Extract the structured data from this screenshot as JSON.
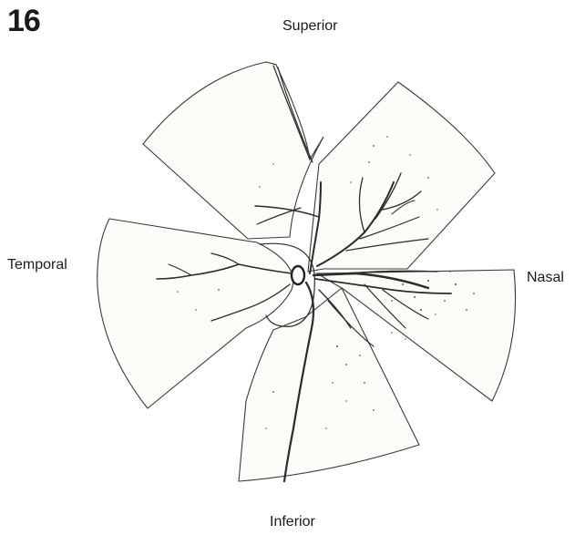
{
  "figure_number": "16",
  "orientation_labels": {
    "superior": "Superior",
    "temporal": "Temporal",
    "nasal": "Nasal",
    "inferior": "Inferior"
  },
  "colors": {
    "background": "#ffffff",
    "outline": "#3a3a3a",
    "vessel": "#2b2b2b"
  }
}
